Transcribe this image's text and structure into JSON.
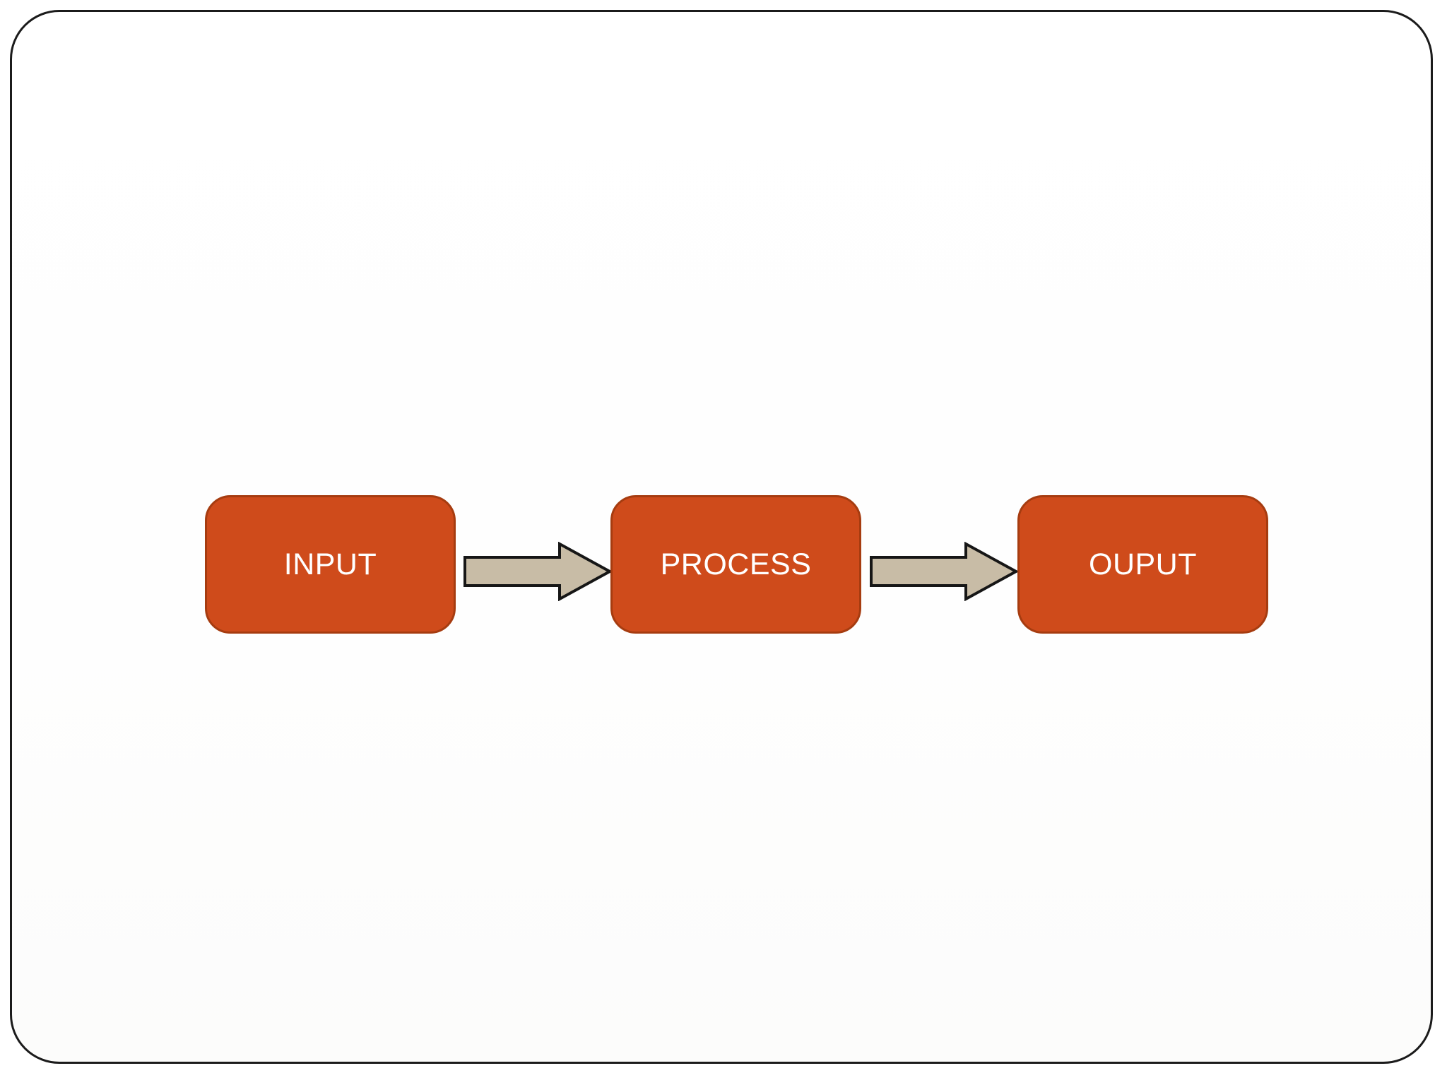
{
  "slide": {
    "background": "#ffffff",
    "frame_border": "#1b1b1b"
  },
  "diagram": {
    "title": "",
    "nodes": [
      {
        "id": "input",
        "label": "INPUT"
      },
      {
        "id": "process",
        "label": "PROCESS"
      },
      {
        "id": "output",
        "label": "OUPUT"
      }
    ],
    "connectors": [
      {
        "from": "input",
        "to": "process",
        "shape": "block-arrow",
        "direction": "right"
      },
      {
        "from": "process",
        "to": "output",
        "shape": "block-arrow",
        "direction": "right"
      }
    ],
    "colors": {
      "node_fill": "#cf4b1b",
      "node_border": "#a63c10",
      "node_text": "#ffffff",
      "arrow_fill": "#c8bca6",
      "arrow_border": "#161616",
      "frame_border": "#1b1b1b"
    }
  }
}
